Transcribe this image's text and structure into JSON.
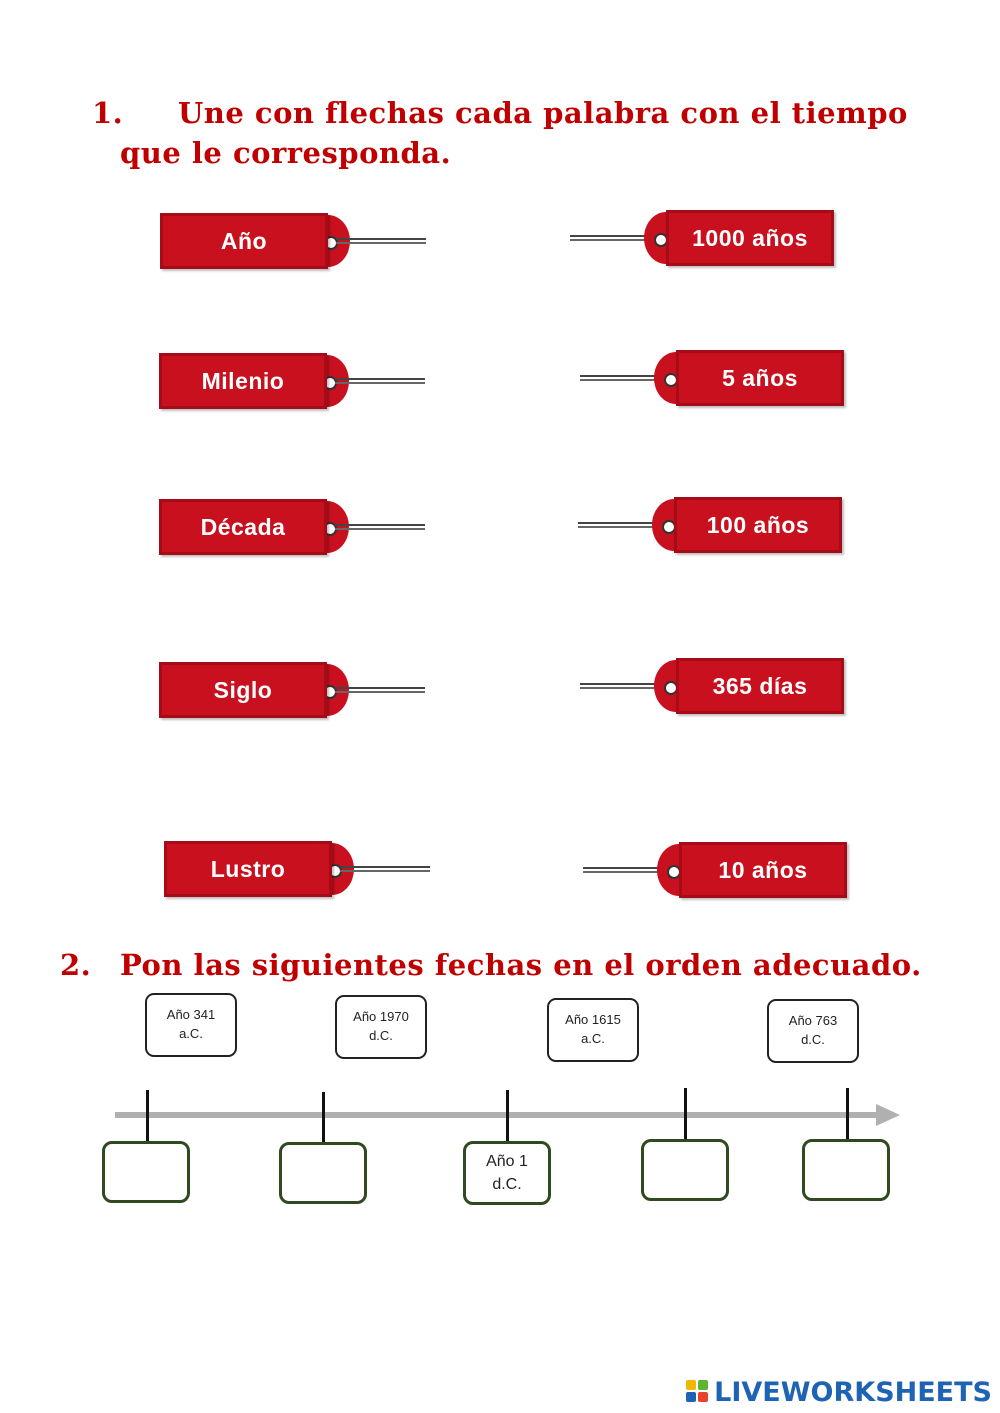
{
  "exercise1": {
    "number": "1.",
    "title_line1": "Une con flechas cada palabra con el tiempo",
    "title_line2": "que le corresponda.",
    "left_tags": [
      "Año",
      "Milenio",
      "Década",
      "Siglo",
      "Lustro"
    ],
    "right_tags": [
      "1000 años",
      "5 años",
      "100 años",
      "365 días",
      "10 años"
    ],
    "tag_color": "#c8101e"
  },
  "exercise2": {
    "number": "2.",
    "title": "Pon las siguientes fechas en el orden adecuado.",
    "date_cards": [
      {
        "line1": "Año 341",
        "line2": "a.C."
      },
      {
        "line1": "Año 1970",
        "line2": "d.C."
      },
      {
        "line1": "Año 1615",
        "line2": "a.C."
      },
      {
        "line1": "Año 763",
        "line2": "d.C."
      }
    ],
    "timeline_boxes": [
      {
        "line1": "",
        "line2": ""
      },
      {
        "line1": "",
        "line2": ""
      },
      {
        "line1": "Año 1",
        "line2": "d.C."
      },
      {
        "line1": "",
        "line2": ""
      },
      {
        "line1": "",
        "line2": ""
      }
    ]
  },
  "footer": {
    "logo_text": "LIVEWORKSHEETS",
    "logo_icon": "liveworksheets-logo-icon"
  }
}
